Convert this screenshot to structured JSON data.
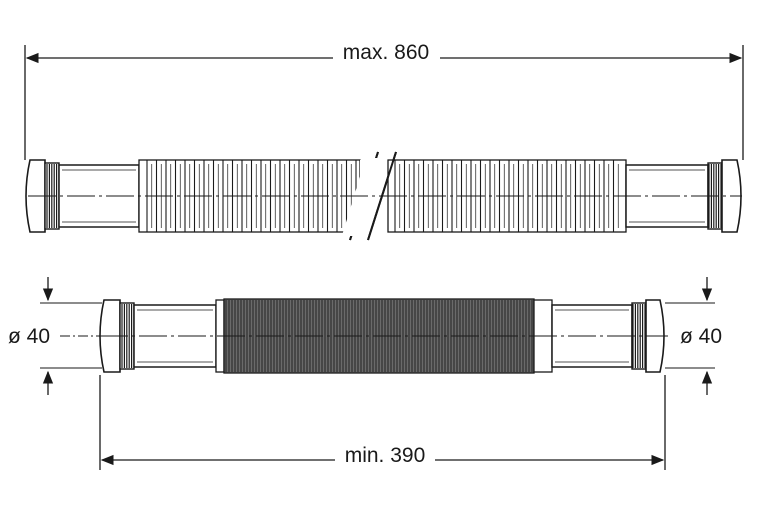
{
  "diagram": {
    "extended": {
      "length_label": "max. 860"
    },
    "compressed": {
      "length_label": "min. 390",
      "left_diameter_label": "ø 40",
      "right_diameter_label": "ø 40"
    }
  },
  "colors": {
    "line": "#1a1a1a",
    "fill": "#ffffff",
    "ribs_dense": "#555555"
  }
}
